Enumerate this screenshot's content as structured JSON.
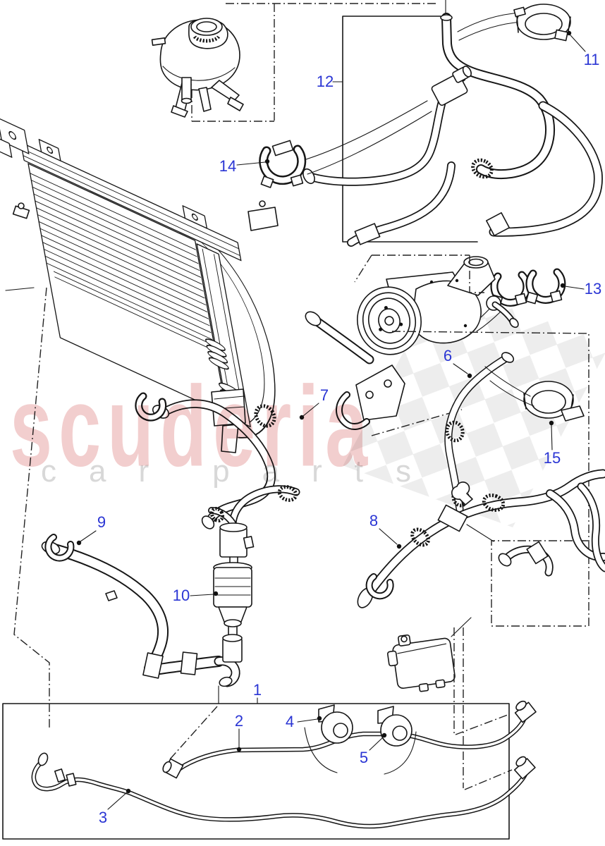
{
  "watermark": {
    "brand": "scuderia",
    "word_left": "car",
    "word_right": "parts",
    "brand_color": "#e8a6a6",
    "tagline_color": "#d8d8d8"
  },
  "style": {
    "callout_color": "#2a35d4",
    "line_color": "#161616",
    "background": "#ffffff"
  },
  "callouts": [
    {
      "label": "1"
    },
    {
      "label": "2"
    },
    {
      "label": "3"
    },
    {
      "label": "4"
    },
    {
      "label": "5"
    },
    {
      "label": "6"
    },
    {
      "label": "7"
    },
    {
      "label": "8"
    },
    {
      "label": "9"
    },
    {
      "label": "10"
    },
    {
      "label": "11"
    },
    {
      "label": "12"
    },
    {
      "label": "13"
    },
    {
      "label": "14"
    },
    {
      "label": "15"
    }
  ]
}
